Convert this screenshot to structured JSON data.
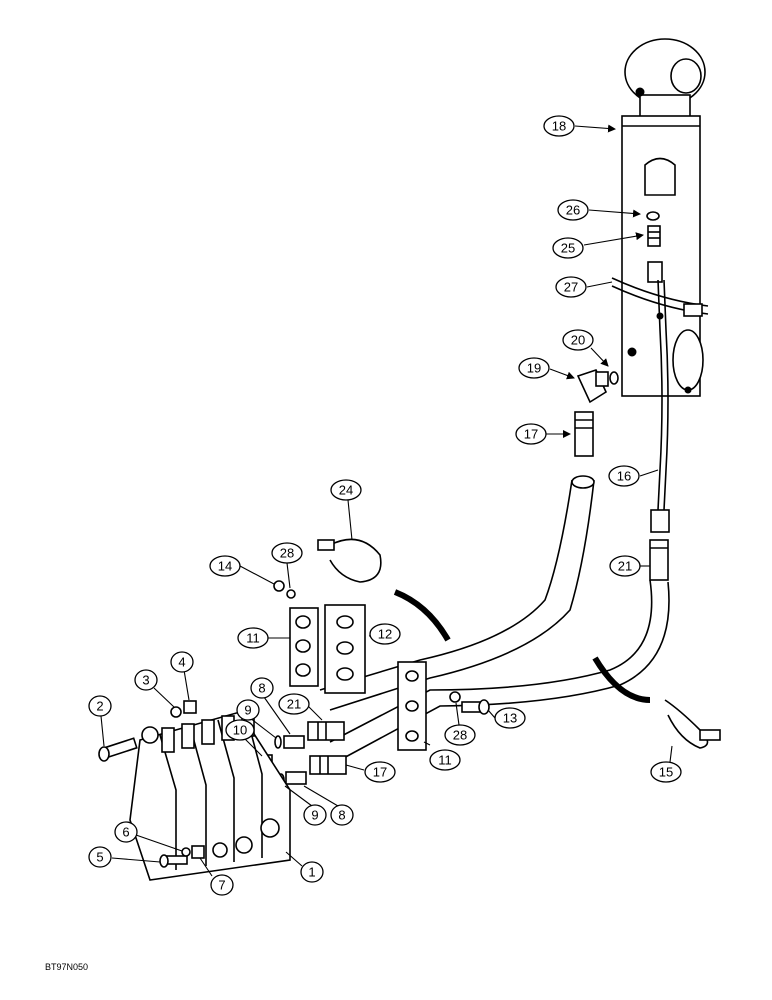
{
  "drawing_code": "BT97N050",
  "callouts": [
    "18",
    "26",
    "25",
    "27",
    "20",
    "19",
    "17",
    "16",
    "21",
    "24",
    "28",
    "14",
    "11",
    "12",
    "4",
    "3",
    "8",
    "9",
    "10",
    "2",
    "21",
    "28",
    "13",
    "11",
    "8",
    "9",
    "17",
    "15",
    "6",
    "5",
    "7",
    "1"
  ]
}
